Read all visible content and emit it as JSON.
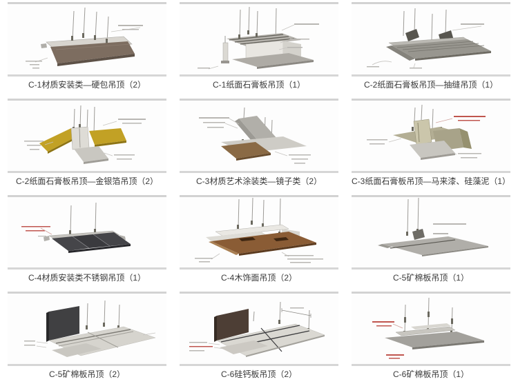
{
  "page": {
    "background": "#ffffff"
  },
  "colors": {
    "caption_text": "#3a3a3a",
    "image_border": "#d2d2d2",
    "annotation_gray": "#b8b6b2",
    "annotation_red": "#c0554e",
    "hardpack_brown": "#7d6d60",
    "gold_foil": "#c2a125",
    "wood_brown": "#8a5c35",
    "stainless_dark": "#3a3a3e",
    "gypsum_gray": "#d6d4ce"
  },
  "gallery": {
    "rows": 4,
    "columns": 3,
    "items": [
      {
        "caption": "C-1材质安装类—硬包吊顶（2）",
        "drawing": "hardpack-panel-ceiling"
      },
      {
        "caption": "C-1纸面石膏板吊顶（1）",
        "drawing": "gypsum-board-ceiling"
      },
      {
        "caption": "C-2纸面石膏板吊顶—抽缝吊顶（1）",
        "drawing": "slotted-gypsum-ceiling"
      },
      {
        "caption": "C-2纸面石膏板吊顶—金银箔吊顶（2）",
        "drawing": "gold-silver-foil-ceiling"
      },
      {
        "caption": "C-3材质艺术涂装类—镜子类（2）",
        "drawing": "mirror-class-ceiling"
      },
      {
        "caption": "C-3纸面石膏板吊顶—马来漆、硅藻泥（1）",
        "drawing": "malay-paint-diatom-mud-ceiling"
      },
      {
        "caption": "C-4材质安装类不锈钢吊顶（1）",
        "drawing": "stainless-steel-ceiling"
      },
      {
        "caption": "C-4木饰面吊顶（2）",
        "drawing": "wood-veneer-ceiling"
      },
      {
        "caption": "C-5矿棉板吊顶（1）",
        "drawing": "mineral-wool-board-ceiling-1"
      },
      {
        "caption": "C-5矿棉板吊顶（2）",
        "drawing": "mineral-wool-grid-ceiling"
      },
      {
        "caption": "C-6硅钙板吊顶（2）",
        "drawing": "calcium-silicate-board-ceiling"
      },
      {
        "caption": "C-6矿棉板吊顶（1）",
        "drawing": "mineral-wool-panel-ceiling"
      }
    ]
  }
}
